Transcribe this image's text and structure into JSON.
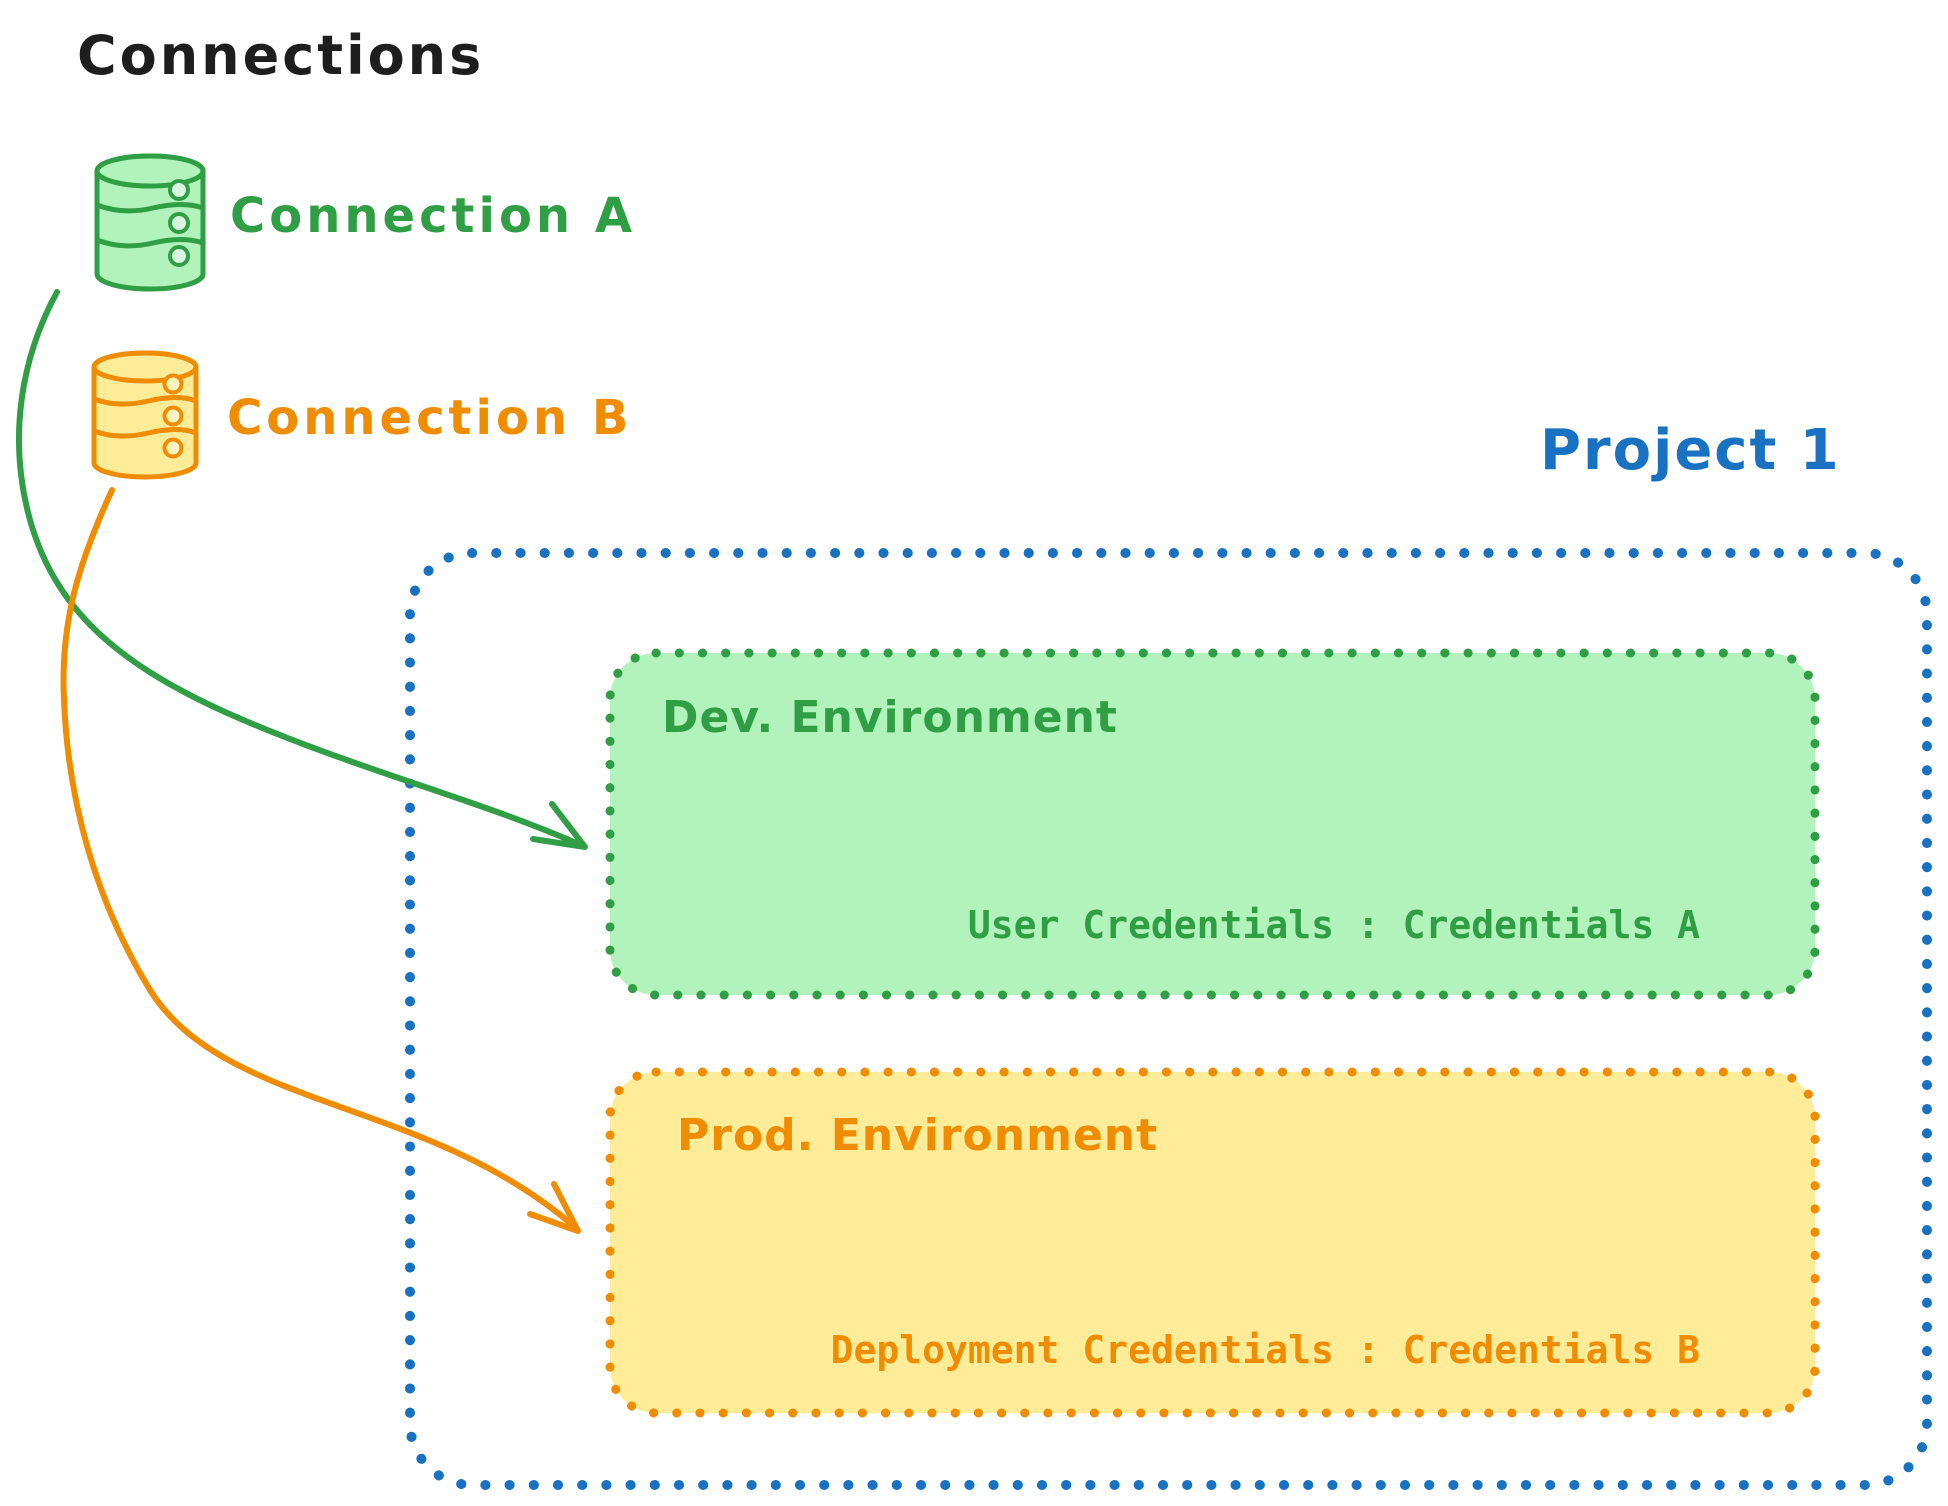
{
  "title": "Connections",
  "connections": [
    {
      "label": "Connection A",
      "icon": "database-cylinder-icon",
      "color": "#2f9e44",
      "fill": "#b2f2bb"
    },
    {
      "label": "Connection B",
      "icon": "database-cylinder-icon",
      "color": "#f08c00",
      "fill": "#ffec99"
    }
  ],
  "project": {
    "label": "Project 1",
    "border_color": "#1971c2",
    "environments": [
      {
        "name": "Dev. Environment",
        "credentials_label": "User Credentials : Credentials A",
        "stroke_color": "#2f9e44",
        "fill_color": "#b2f2bb"
      },
      {
        "name": "Prod. Environment",
        "credentials_label": "Deployment Credentials : Credentials B",
        "stroke_color": "#f08c00",
        "fill_color": "#ffec99"
      }
    ]
  },
  "arrows": [
    {
      "from": "Connection A",
      "to": "Dev. Environment",
      "color": "#2f9e44"
    },
    {
      "from": "Connection B",
      "to": "Prod. Environment",
      "color": "#f08c00"
    }
  ],
  "colors": {
    "text_black": "#1e1e1e",
    "green": "#2f9e44",
    "green_fill": "#b2f2bb",
    "orange": "#f08c00",
    "orange_fill": "#ffec99",
    "blue": "#1971c2",
    "background": "#ffffff"
  }
}
